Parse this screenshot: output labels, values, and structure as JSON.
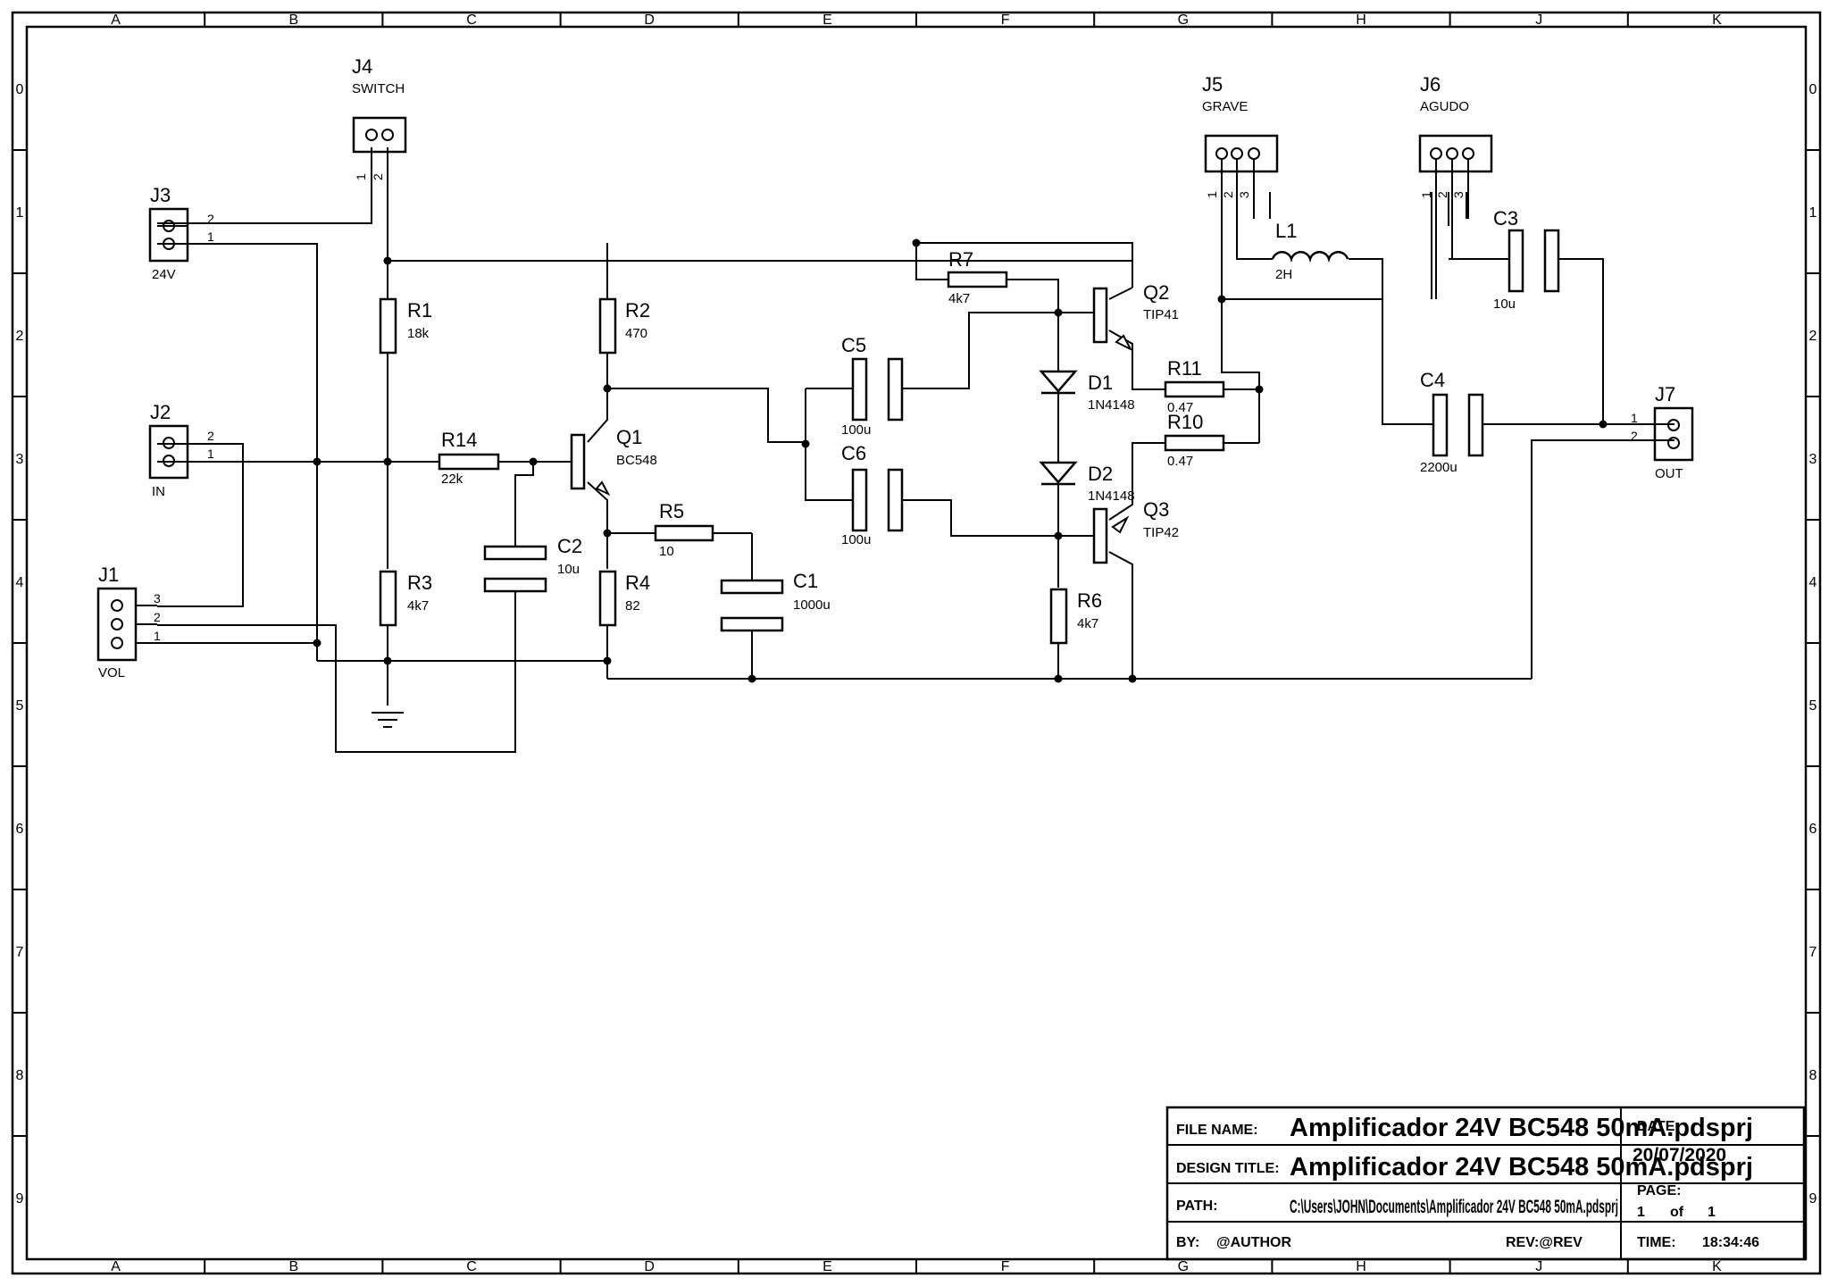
{
  "sheet": {
    "columns": [
      "A",
      "B",
      "C",
      "D",
      "E",
      "F",
      "G",
      "H",
      "J",
      "K"
    ],
    "rows": [
      "0",
      "1",
      "2",
      "3",
      "4",
      "5",
      "6",
      "7",
      "8",
      "9"
    ]
  },
  "components": {
    "J4": {
      "ref": "J4",
      "value": "SWITCH",
      "pins": [
        "1",
        "2"
      ]
    },
    "J3": {
      "ref": "J3",
      "value": "24V",
      "pins": [
        "2",
        "1"
      ]
    },
    "J2": {
      "ref": "J2",
      "value": "IN",
      "pins": [
        "2",
        "1"
      ]
    },
    "J1": {
      "ref": "J1",
      "value": "VOL",
      "pins": [
        "3",
        "2",
        "1"
      ]
    },
    "J5": {
      "ref": "J5",
      "value": "GRAVE",
      "pins": [
        "1",
        "2",
        "3"
      ]
    },
    "J6": {
      "ref": "J6",
      "value": "AGUDO",
      "pins": [
        "1",
        "2",
        "3"
      ]
    },
    "J7": {
      "ref": "J7",
      "value": "OUT",
      "pins": [
        "1",
        "2"
      ]
    },
    "R1": {
      "ref": "R1",
      "value": "18k"
    },
    "R2": {
      "ref": "R2",
      "value": "470"
    },
    "R3": {
      "ref": "R3",
      "value": "4k7"
    },
    "R4": {
      "ref": "R4",
      "value": "82"
    },
    "R5": {
      "ref": "R5",
      "value": "10"
    },
    "R6": {
      "ref": "R6",
      "value": "4k7"
    },
    "R7": {
      "ref": "R7",
      "value": "4k7"
    },
    "R10": {
      "ref": "R10",
      "value": "0.47"
    },
    "R11": {
      "ref": "R11",
      "value": "0.47"
    },
    "R14": {
      "ref": "R14",
      "value": "22k"
    },
    "C1": {
      "ref": "C1",
      "value": "1000u"
    },
    "C2": {
      "ref": "C2",
      "value": "10u"
    },
    "C3": {
      "ref": "C3",
      "value": "10u"
    },
    "C4": {
      "ref": "C4",
      "value": "2200u"
    },
    "C5": {
      "ref": "C5",
      "value": "100u"
    },
    "C6": {
      "ref": "C6",
      "value": "100u"
    },
    "L1": {
      "ref": "L1",
      "value": "2H"
    },
    "D1": {
      "ref": "D1",
      "value": "1N4148"
    },
    "D2": {
      "ref": "D2",
      "value": "1N4148"
    },
    "Q1": {
      "ref": "Q1",
      "value": "BC548"
    },
    "Q2": {
      "ref": "Q2",
      "value": "TIP41"
    },
    "Q3": {
      "ref": "Q3",
      "value": "TIP42"
    }
  },
  "title_block": {
    "file_name_label": "FILE NAME:",
    "file_name": "Amplificador 24V BC548 50mA.pdsprj",
    "date_label": "DATE:",
    "date": "20/07/2020",
    "design_title_label": "DESIGN TITLE:",
    "design_title": "Amplificador 24V BC548 50mA.pdsprj",
    "page_label": "PAGE:",
    "page_num": "1",
    "page_of": "of",
    "page_total": "1",
    "path_label": "PATH:",
    "path": "C:\\Users\\JOHN\\Documents\\Amplificador 24V BC548 50mA.pdsprj",
    "by_label": "BY:",
    "author": "@AUTHOR",
    "rev": "REV:@REV",
    "time_label": "TIME:",
    "time": "18:34:46"
  }
}
